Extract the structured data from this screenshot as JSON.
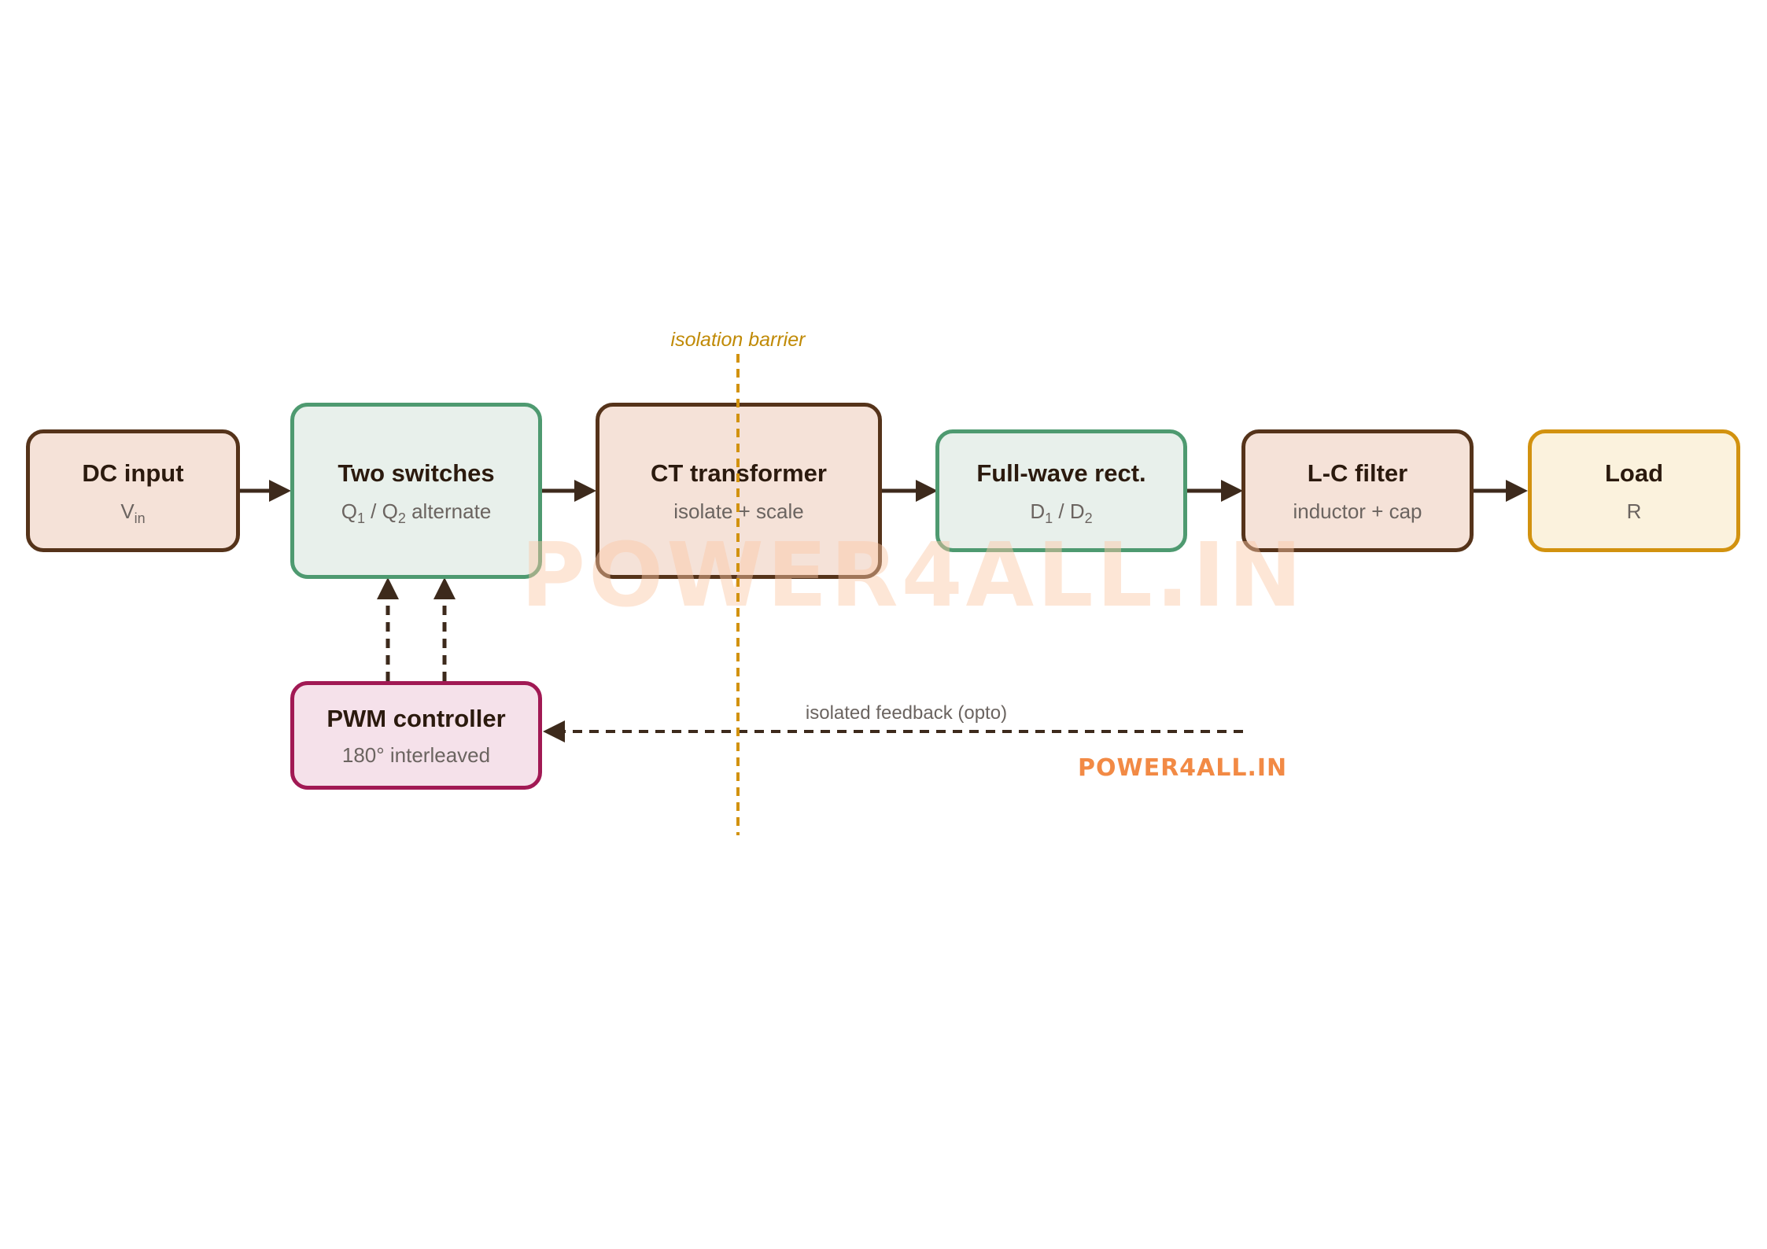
{
  "diagram": {
    "barrier_label": "isolation barrier",
    "feedback_label": "isolated feedback (opto)",
    "watermark": "POWER4ALL.IN",
    "blocks": {
      "dc_input": {
        "title": "DC input",
        "sub_main": "V",
        "sub_sub": "in"
      },
      "switches": {
        "title": "Two switches",
        "q1": "Q",
        "q1_sub": "1",
        "sep": " / ",
        "q2": "Q",
        "q2_sub": "2",
        "tail": " alternate"
      },
      "transformer": {
        "title": "CT transformer",
        "sub": "isolate + scale"
      },
      "rectifier": {
        "title": "Full-wave rect.",
        "d1": "D",
        "d1_sub": "1",
        "sep": " / ",
        "d2": "D",
        "d2_sub": "2"
      },
      "filter": {
        "title": "L-C filter",
        "sub": "inductor + cap"
      },
      "load": {
        "title": "Load",
        "sub": "R"
      },
      "pwm": {
        "title": "PWM controller",
        "sub": "180° interleaved"
      }
    },
    "colors": {
      "arrow": "#3d2a1c",
      "barrier": "#d2920f",
      "brown_border": "#55331a",
      "green_border": "#4e9a70",
      "load_border": "#d2920f",
      "pwm_border": "#a11954"
    }
  }
}
